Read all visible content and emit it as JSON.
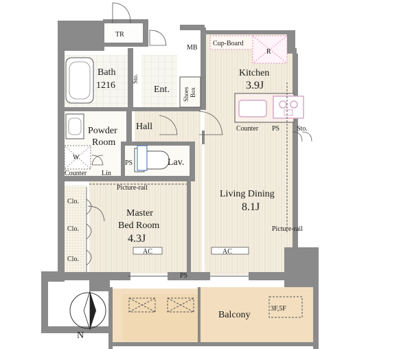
{
  "rooms": {
    "tr": "TR",
    "mb": "MB",
    "cupboard": "Cup-Board",
    "r": "R",
    "kitchen": "Kitchen",
    "kitchen_size": "3.9J",
    "bath": "Bath",
    "bath_size": "1216",
    "sto_left": "Sto.",
    "ent": "Ent.",
    "shoes_box_1": "Shoes",
    "shoes_box_2": "Box",
    "powder_1": "Powder",
    "powder_2": "Room",
    "hall": "Hall",
    "counter_kitchen": "Counter",
    "ps_kitchen": "PS",
    "sto_kitchen": "Sto.",
    "w": "W",
    "ps_lav": "PS",
    "lav": "Lav.",
    "counter_left": "Counter",
    "lin": "Lin",
    "picture_rail_left": "Picture-rail",
    "living": "Living Dining",
    "living_size": "8.1J",
    "clo1": "Clo.",
    "clo2": "Clo.",
    "clo3": "Clo.",
    "master_1": "Master",
    "master_2": "Bed Room",
    "master_size": "4.3J",
    "picture_rail_right": "Picture-rail",
    "ac_bed": "AC",
    "ac_living": "AC",
    "ps_bottom": "PS",
    "balcony": "Balcony",
    "balcony_note": "3F,5F",
    "north": "N"
  },
  "colors": {
    "wall": "#8a8a8a",
    "wall_dark": "#7c7c7c",
    "floor_wood": "#f4eee0",
    "floor_grain": "#e4dccb",
    "balcony": "#f3dfbf",
    "tile": "#f7f6ef",
    "accent_pink": "#e090c0",
    "fixture_blue": "#3a6ab0",
    "fixture_pink": "#d8a8c8",
    "counter_orange": "#c07030"
  }
}
